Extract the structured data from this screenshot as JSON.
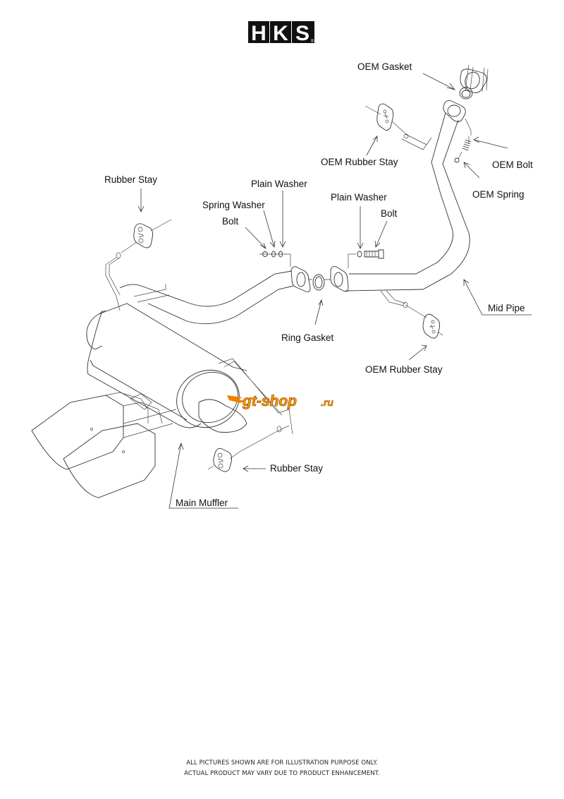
{
  "brand": {
    "logo_letters": [
      "H",
      "K",
      "S"
    ],
    "registered_mark": "®"
  },
  "labels": {
    "oem_gasket": "OEM Gasket",
    "oem_rubber_stay_top": "OEM Rubber Stay",
    "oem_bolt": "OEM Bolt",
    "oem_spring": "OEM Spring",
    "rubber_stay_left": "Rubber Stay",
    "plain_washer_left": "Plain Washer",
    "spring_washer": "Spring Washer",
    "bolt_left": "Bolt",
    "plain_washer_right": "Plain Washer",
    "bolt_right": "Bolt",
    "mid_pipe": "Mid Pipe",
    "ring_gasket": "Ring Gasket",
    "oem_rubber_stay_bottom": "OEM Rubber Stay",
    "rubber_stay_bottom": "Rubber Stay",
    "main_muffler": "Main Muffler"
  },
  "watermark": {
    "text": "gt-shop",
    "suffix": ".ru",
    "color": "#f5a300"
  },
  "footer": {
    "line1": "ALL PICTURES SHOWN ARE FOR ILLUSTRATION PURPOSE ONLY.",
    "line2": "ACTUAL PRODUCT MAY VARY DUE TO PRODUCT ENHANCEMENT."
  }
}
